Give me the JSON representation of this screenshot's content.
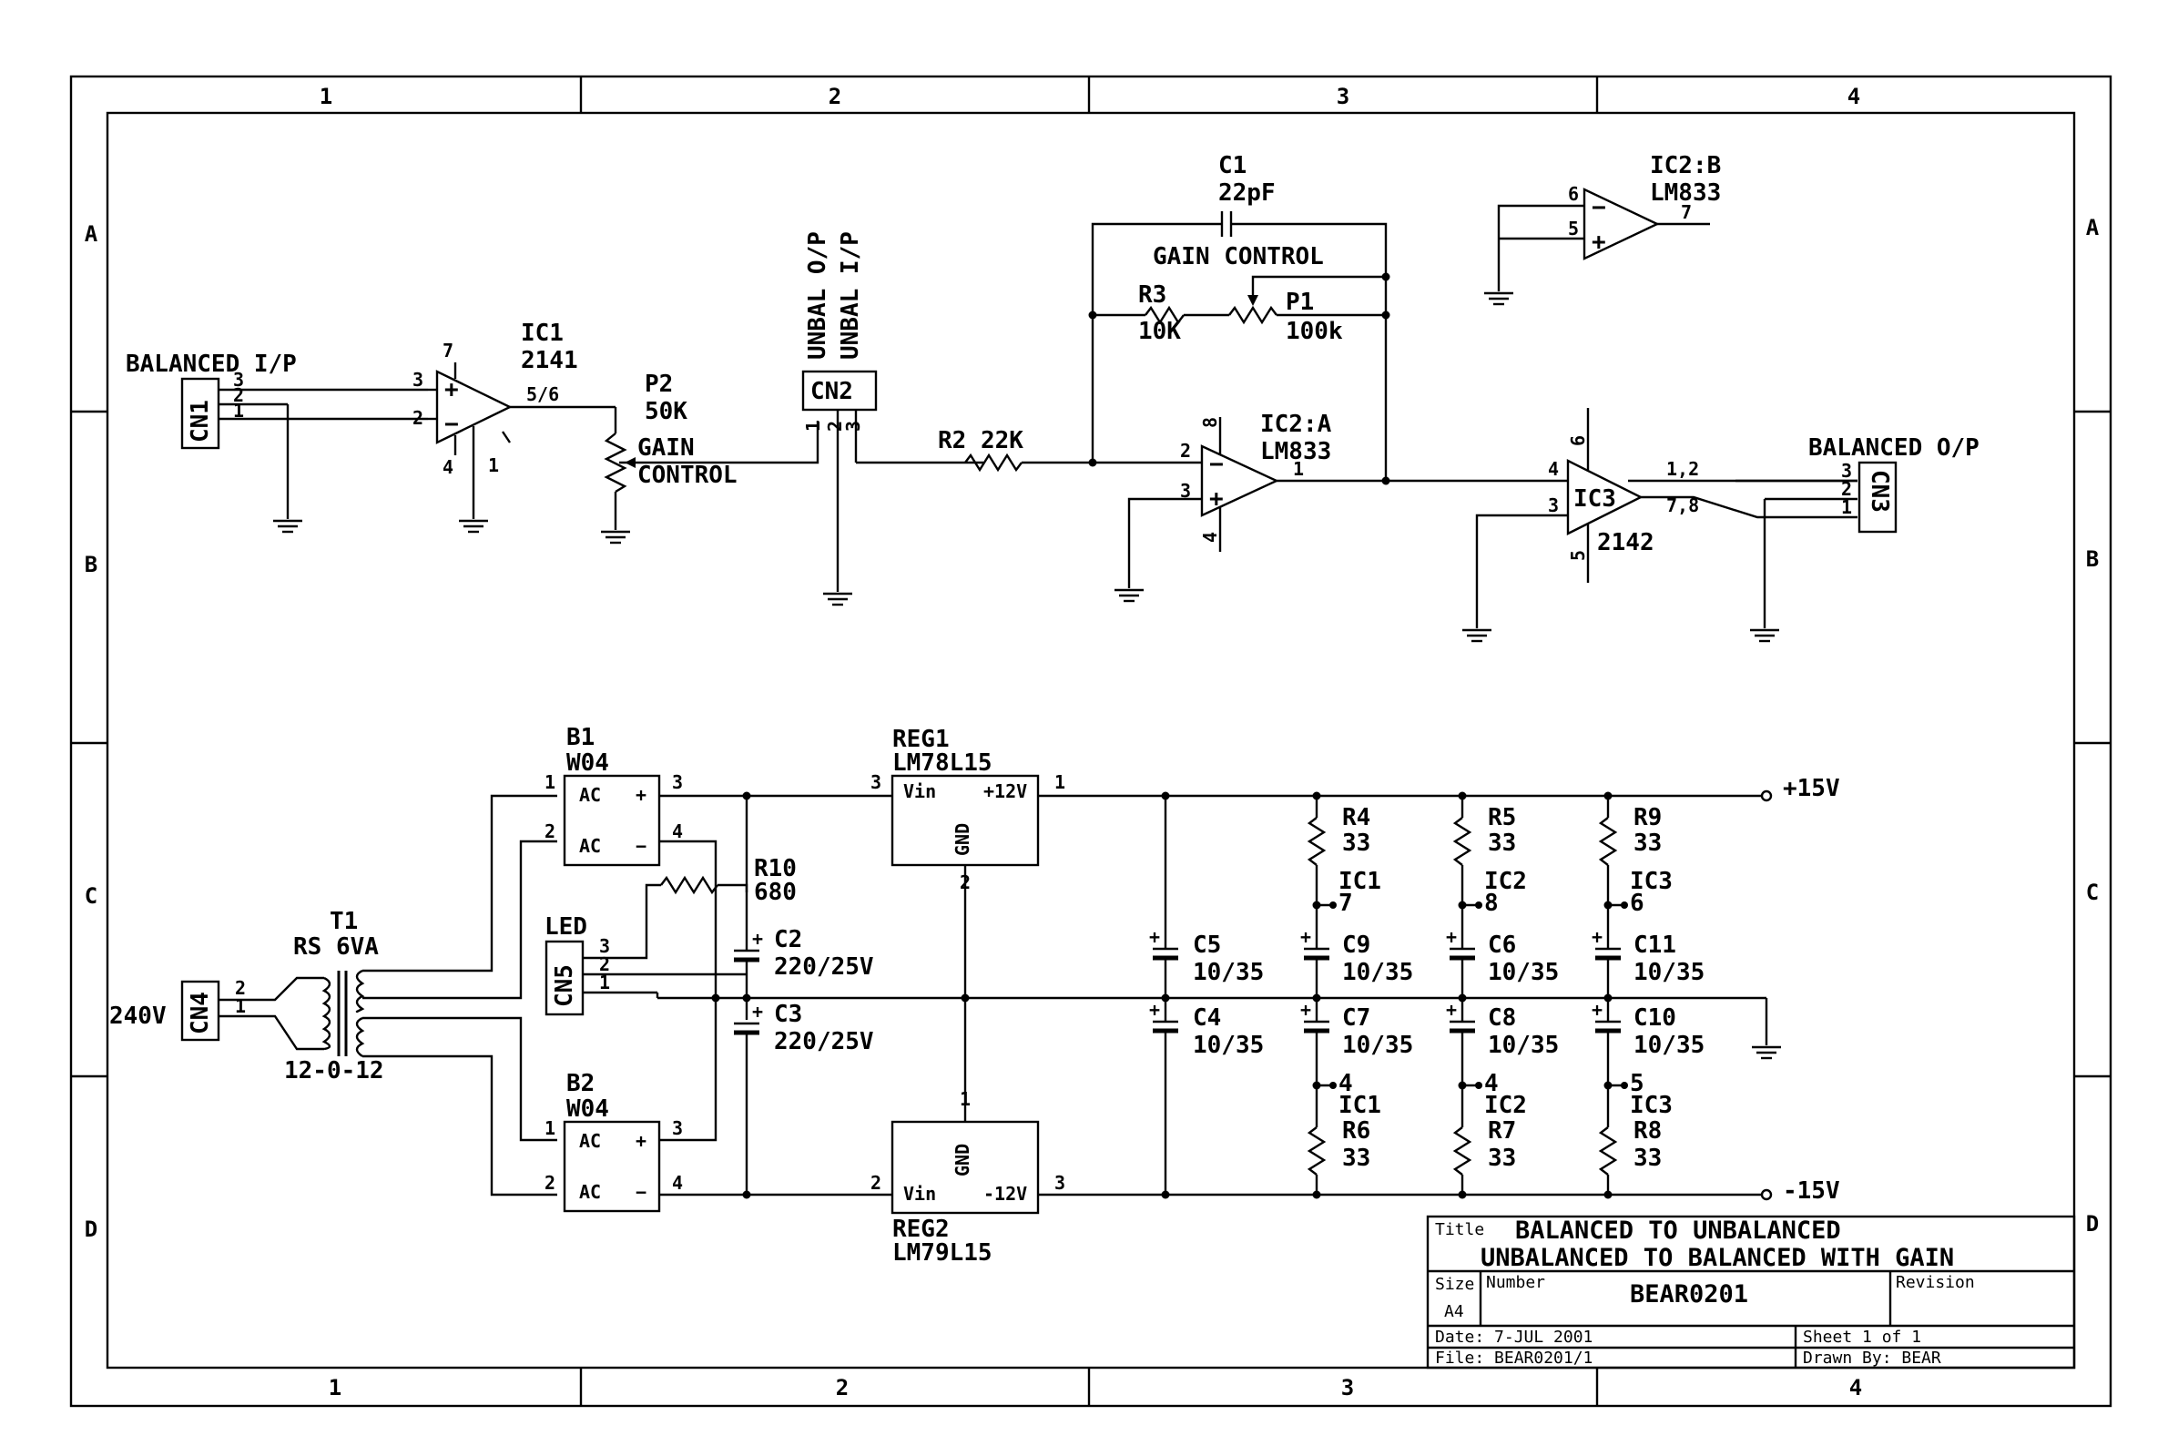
{
  "frame": {
    "columns": [
      "1",
      "2",
      "3",
      "4"
    ],
    "rows": [
      "A",
      "B",
      "C",
      "D"
    ]
  },
  "signal": {
    "balanced_in": "BALANCED I/P",
    "cn1": "CN1",
    "ic1_ref": "IC1",
    "ic1_value": "2141",
    "ic1_out_pin": "5/6",
    "p2_ref": "P2",
    "p2_value": "50K",
    "gain_control": "GAIN\nCONTROL",
    "unbal_op": "UNBAL O/P",
    "unbal_ip": "UNBAL I/P",
    "cn2": "CN2",
    "r2": "R2 22K",
    "c1_ref": "C1",
    "c1_value": "22pF",
    "feedback_gain": "GAIN CONTROL",
    "r3_ref": "R3",
    "r3_value": "10K",
    "p1_ref": "P1",
    "p1_value": "100k",
    "ic2a_ref": "IC2:A",
    "ic2a_value": "LM833",
    "ic2b_ref": "IC2:B",
    "ic2b_value": "LM833",
    "ic3_ref": "IC3",
    "ic3_value": "2142",
    "ic3_out1": "1,2",
    "ic3_out2": "7,8",
    "balanced_out": "BALANCED O/P",
    "cn3": "CN3"
  },
  "power": {
    "b1_ref": "B1",
    "b1_value": "W04",
    "b2_ref": "B2",
    "b2_value": "W04",
    "ac": "AC",
    "reg1_ref": "REG1",
    "reg1_value": "LM78L15",
    "reg1_vin": "Vin",
    "reg1_vout": "+12V",
    "reg2_ref": "REG2",
    "reg2_value": "LM79L15",
    "reg2_vin": "Vin",
    "reg2_vout": "-12V",
    "gnd": "GND",
    "plus15": "+15V",
    "minus15": "-15V",
    "t1_ref": "T1",
    "t1_value": "RS 6VA",
    "t1_taps": "12-0-12",
    "mains": "240V",
    "cn4": "CN4",
    "cn5": "CN5",
    "led": "LED",
    "r10_ref": "R10",
    "r10_value": "680",
    "c2_ref": "C2",
    "c2_value": "220/25V",
    "c3_ref": "C3",
    "c3_value": "220/25V",
    "decoupling": [
      {
        "top_ref": "C5",
        "bot_ref": "C4",
        "value": "10/35"
      }
    ],
    "rails": [
      {
        "r_top": "R4",
        "r_bot": "R6",
        "r_value": "33",
        "ic": "IC1",
        "pin_top": "7",
        "pin_bot": "4",
        "c_top": "C9",
        "c_bot": "C7",
        "c_value": "10/35"
      },
      {
        "r_top": "R5",
        "r_bot": "R7",
        "r_value": "33",
        "ic": "IC2",
        "pin_top": "8",
        "pin_bot": "4",
        "c_top": "C6",
        "c_bot": "C8",
        "c_value": "10/35"
      },
      {
        "r_top": "R9",
        "r_bot": "R8",
        "r_value": "33",
        "ic": "IC3",
        "pin_top": "6",
        "pin_bot": "5",
        "c_top": "C11",
        "c_bot": "C10",
        "c_value": "10/35"
      }
    ]
  },
  "title_block": {
    "title_label": "Title",
    "title_line1": "BALANCED TO UNBALANCED",
    "title_line2": "UNBALANCED TO BALANCED WITH GAIN",
    "size_label": "Size",
    "size": "A4",
    "number_label": "Number",
    "number": "BEAR0201",
    "revision_label": "Revision",
    "date": "Date: 7-JUL 2001",
    "sheet": "Sheet 1 of 1",
    "file": "File: BEAR0201/1",
    "drawn_by": "Drawn By: BEAR"
  }
}
